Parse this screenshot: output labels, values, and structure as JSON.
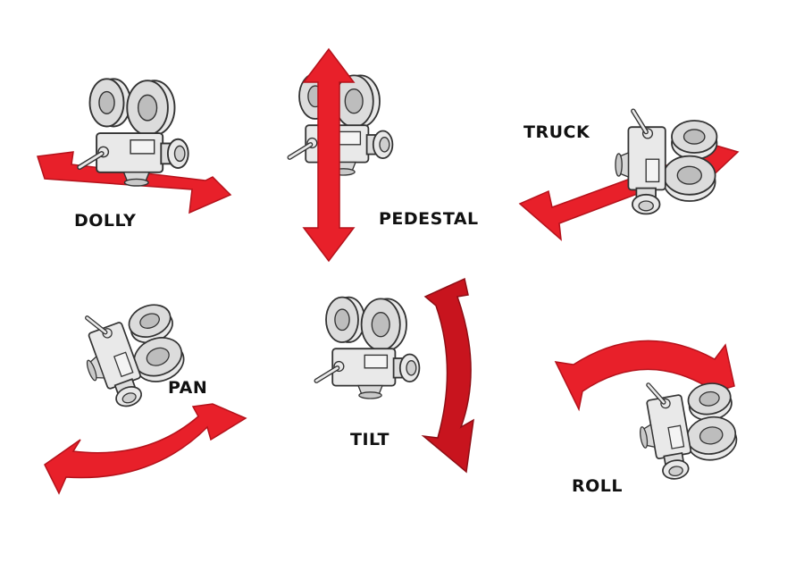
{
  "labels": {
    "dolly": "DOLLY",
    "pedestal": "PEDESTAL",
    "truck": "TRUCK",
    "pan": "PAN",
    "tilt": "TILT",
    "roll": "ROLL"
  },
  "colors": {
    "arrow": "#e8202a",
    "arrow_dark": "#b5121b",
    "camera_body": "#e9e9e9",
    "outline": "#333333",
    "label": "#111111"
  }
}
